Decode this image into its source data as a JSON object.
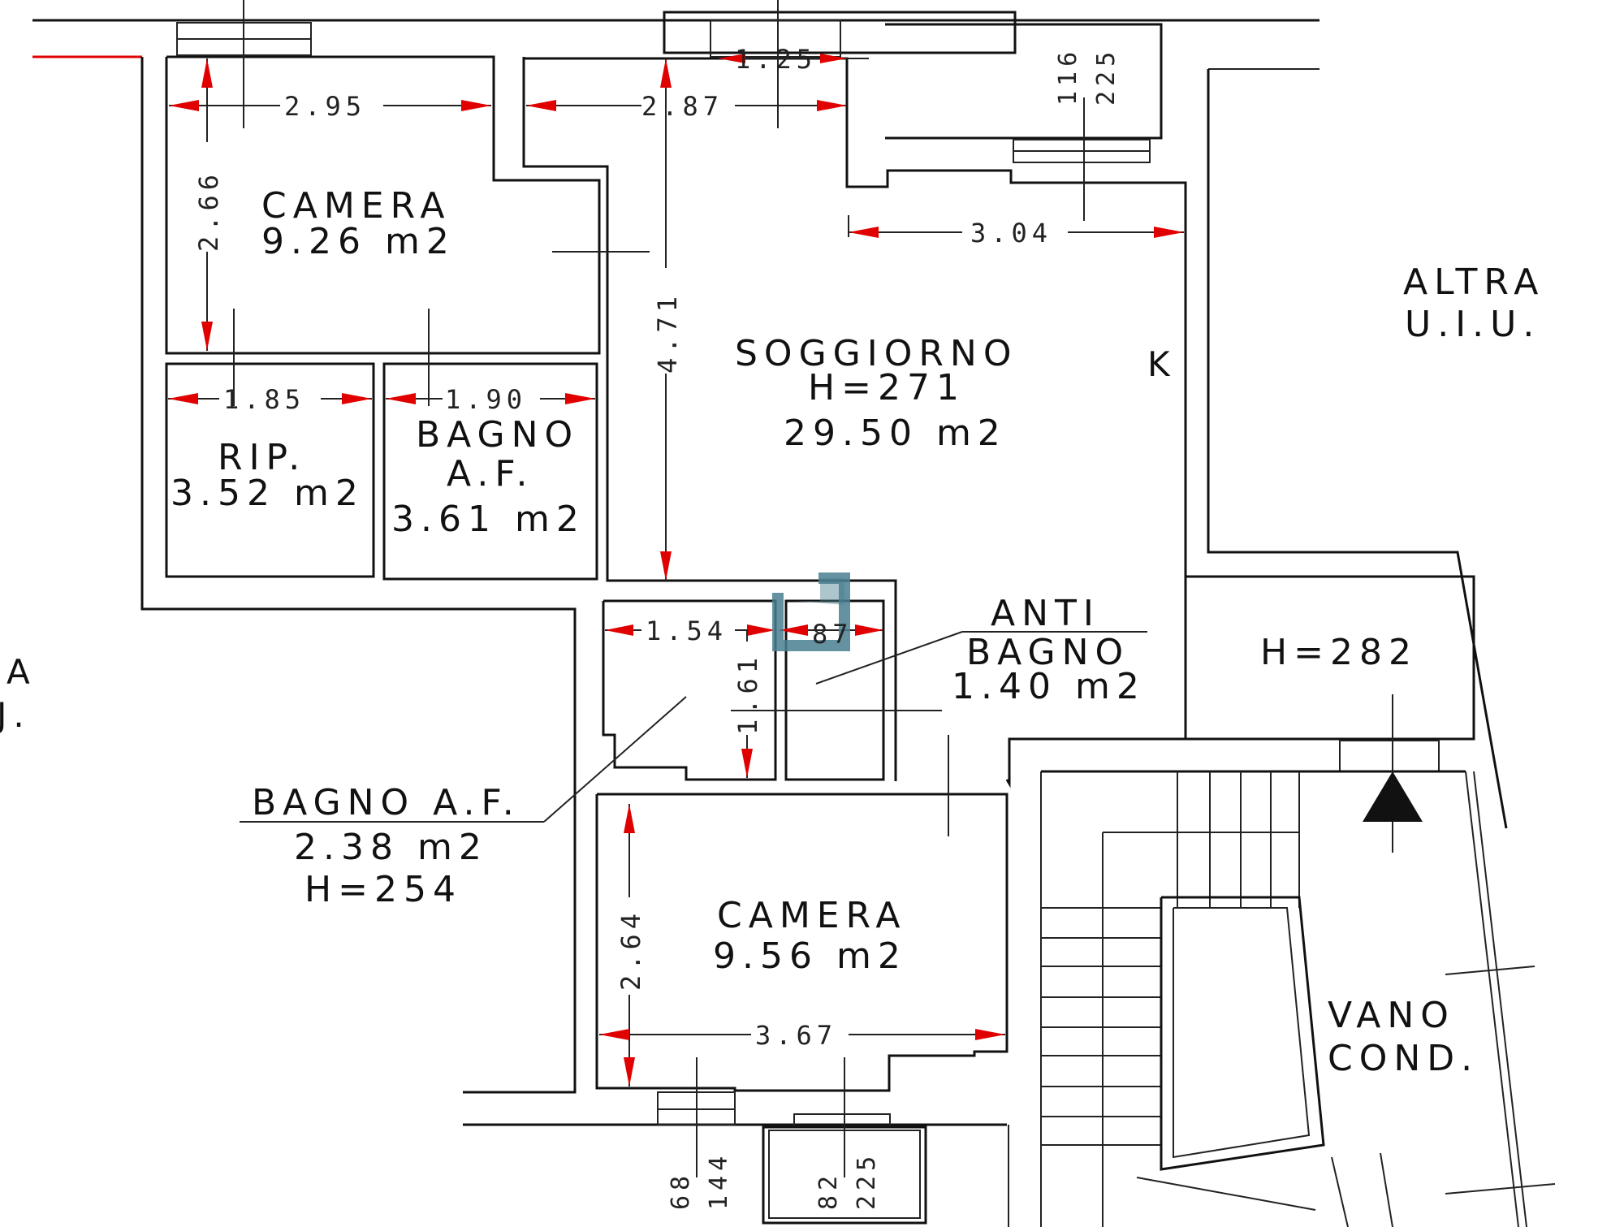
{
  "rooms": {
    "camera_top": {
      "name": "CAMERA",
      "area": "9.26 m2"
    },
    "soggiorno": {
      "name": "SOGGIORNO",
      "height": "H=271",
      "area": "29.50 m2"
    },
    "kitchen_mark": "K",
    "altra": {
      "line1": "ALTRA",
      "line2": "U.I.U."
    },
    "rip": {
      "name": "RIP.",
      "area": "3.52 m2"
    },
    "bagno_af_top": {
      "line1": "BAGNO",
      "line2": "A.F.",
      "area": "3.61 m2"
    },
    "anti_bagno": {
      "line1": "ANTI",
      "line2": "BAGNO",
      "area": "1.40 m2"
    },
    "landing_height": "H=282",
    "bagno_af_small": {
      "name": "BAGNO A.F.",
      "area": "2.38 m2",
      "height": "H=254"
    },
    "camera_bottom": {
      "name": "CAMERA",
      "area": "9.56 m2"
    },
    "vano": {
      "line1": "VANO",
      "line2": "COND."
    },
    "left_cut": {
      "line1": "A",
      "line2": "J."
    }
  },
  "dimensions": {
    "d295": "2.95",
    "d287": "2.87",
    "d125": "1.25",
    "d266": "2.66",
    "d471": "4.71",
    "d304": "3.04",
    "d185": "1.85",
    "d190": "1.90",
    "d154": "1.54",
    "d87": "87",
    "d161": "1.61",
    "d264": "2.64",
    "d367": "3.67",
    "win_top_a": "116",
    "win_top_b": "225",
    "win_bot1_a": "68",
    "win_bot1_b": "144",
    "win_bot2_a": "82",
    "win_bot2_b": "225"
  },
  "colors": {
    "arrow": "#e00000",
    "line": "#111111",
    "logo": "#4a7f8f"
  }
}
